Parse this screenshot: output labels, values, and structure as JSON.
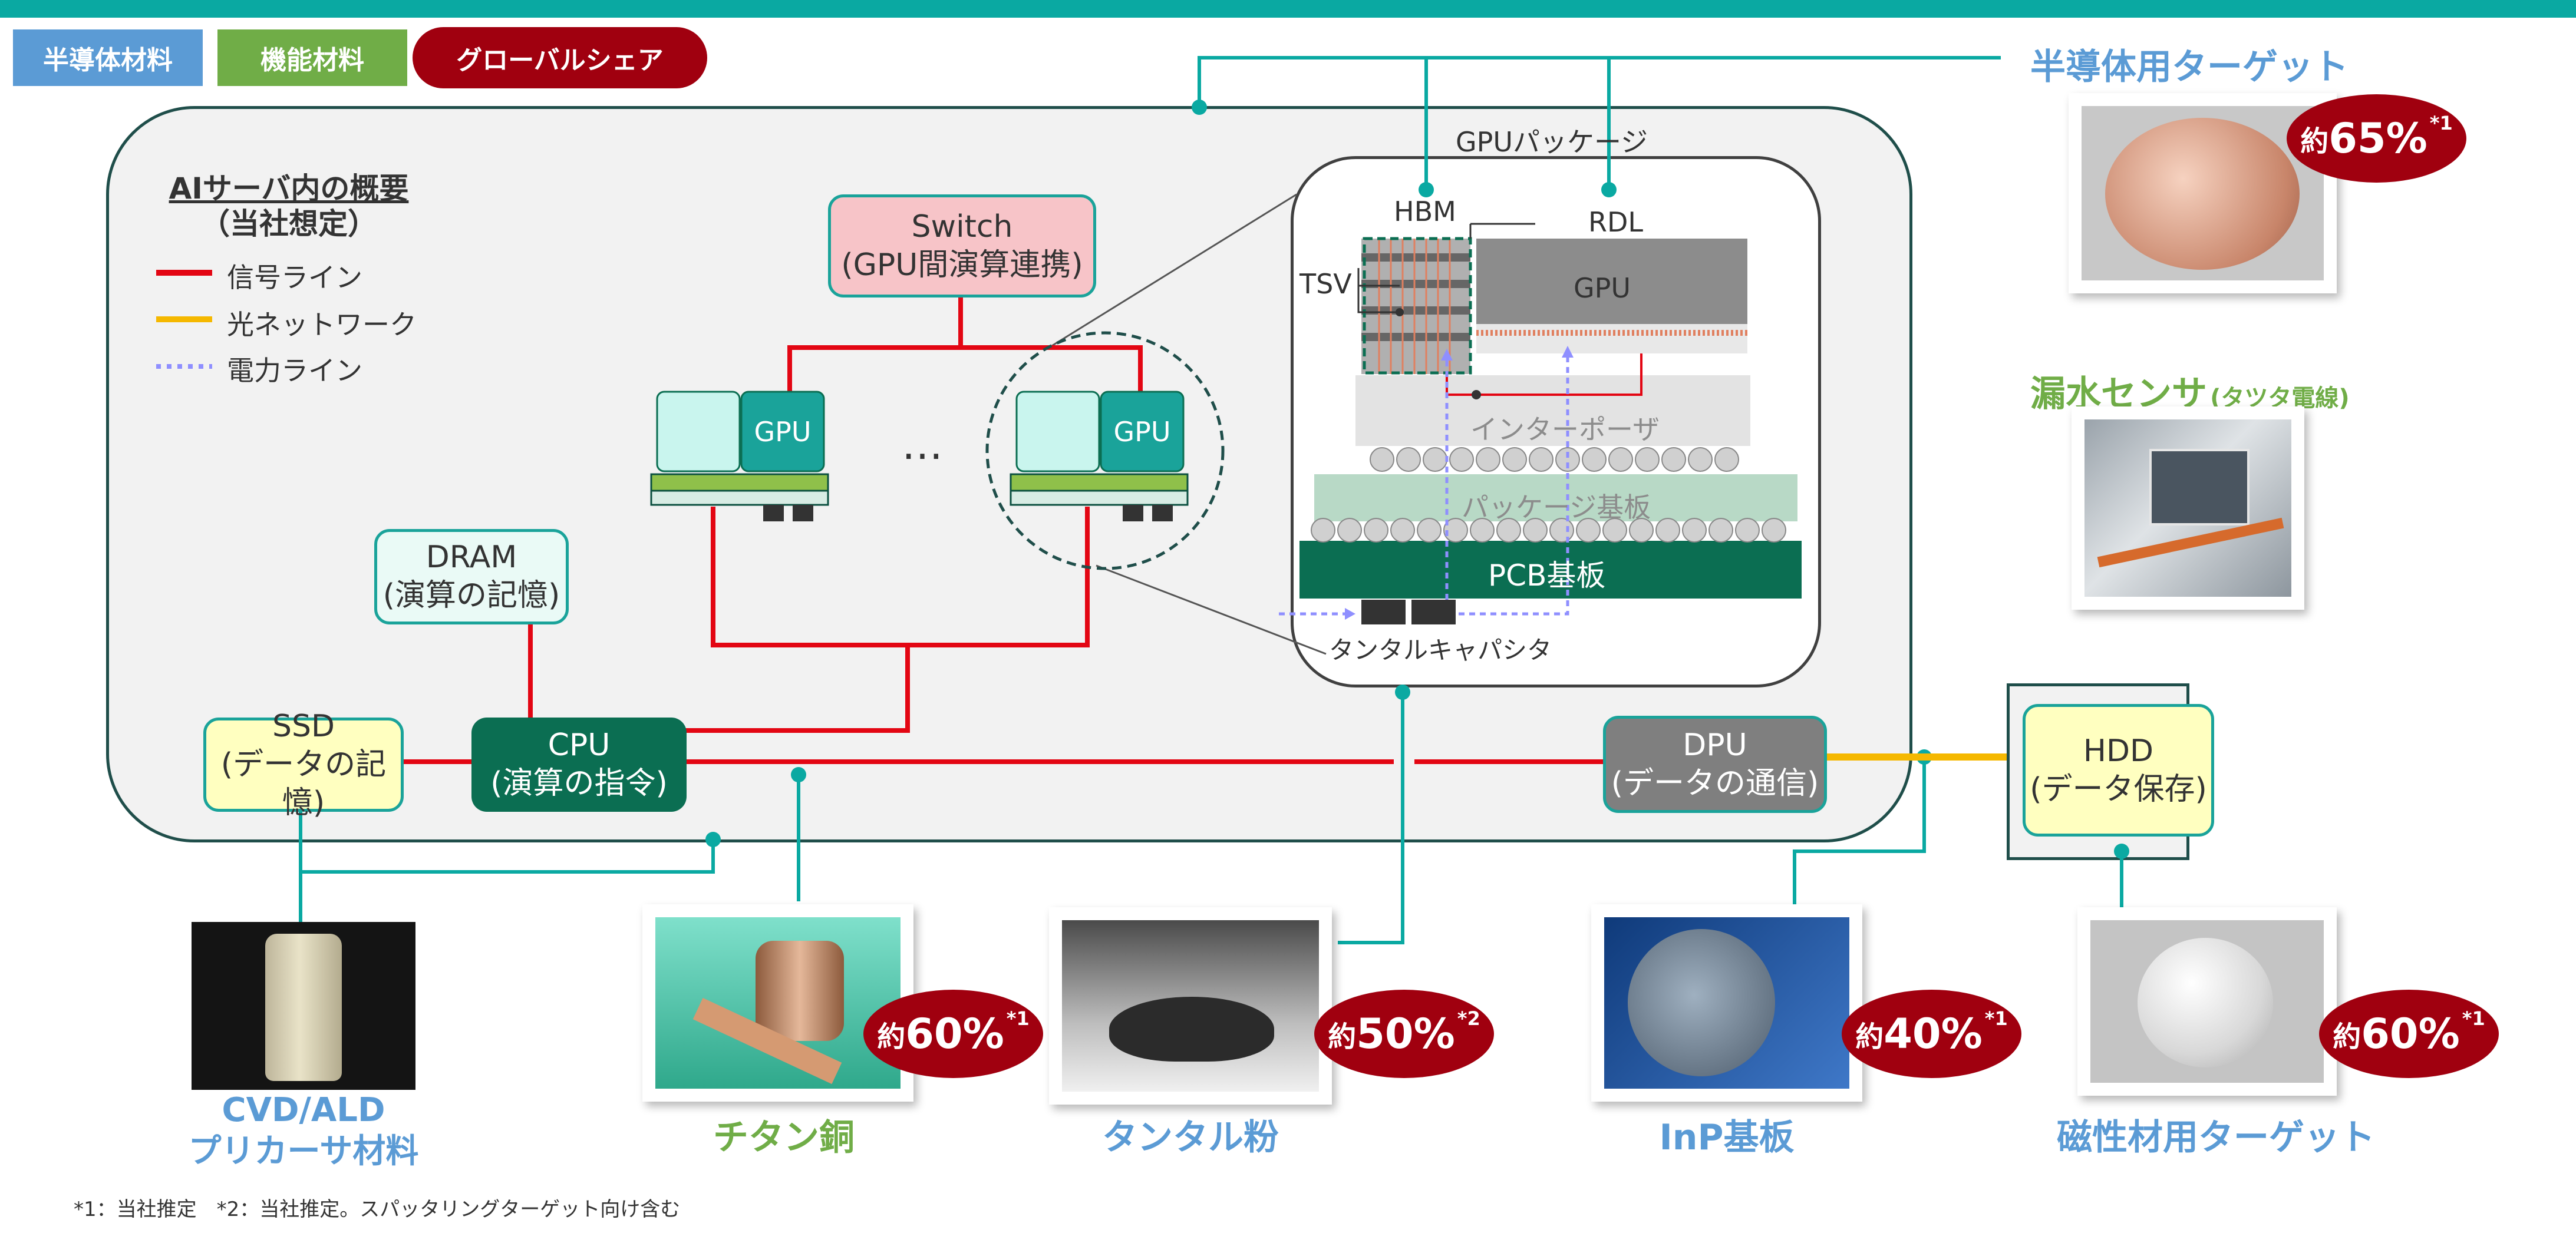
{
  "tags": {
    "semiconductor": "半導体材料",
    "functional": "機能材料",
    "global_share": "グローバルシェア"
  },
  "colors": {
    "teal_header": "#0aa9a2",
    "tag_blue": "#5b9bd5",
    "tag_green": "#70ad47",
    "share_red": "#a0000f",
    "signal_line": "#e30613",
    "optical_line": "#f5b800",
    "power_line": "#8f8fff",
    "gpu_teal": "#1aa39a",
    "dark_green": "#0b6e52"
  },
  "legend": {
    "title_line1": "AIサーバ内の概要",
    "title_line2": "（当社想定）",
    "signal": "信号ライン",
    "optical": "光ネットワーク",
    "power": "電力ライン"
  },
  "server": {
    "switch_line1": "Switch",
    "switch_line2": "(GPU間演算連携)",
    "gpu_label": "GPU",
    "ellipsis": "…",
    "dram_line1": "DRAM",
    "dram_line2": "(演算の記憶)",
    "ssd_line1": "SSD",
    "ssd_line2": "(データの記憶)",
    "cpu_line1": "CPU",
    "cpu_line2": "(演算の指令)",
    "dpu_line1": "DPU",
    "dpu_line2": "(データの通信)",
    "hdd_line1": "HDD",
    "hdd_line2": "(データ保存)"
  },
  "package": {
    "title": "GPUパッケージ",
    "hbm": "HBM",
    "rdl": "RDL",
    "tsv": "TSV",
    "gpu": "GPU",
    "interposer": "インターポーザ",
    "substrate": "パッケージ基板",
    "pcb": "PCB基板",
    "capacitor": "タンタルキャパシタ"
  },
  "products": {
    "target": {
      "label": "半導体用ターゲット",
      "share_prefix": "約",
      "share": "65%",
      "note": "*1"
    },
    "sensor": {
      "label": "漏水センサ",
      "sub": "(タツタ電線)"
    },
    "cvd": {
      "label_line1": "CVD/ALD",
      "label_line2": "プリカーサ材料"
    },
    "titanium": {
      "label": "チタン銅",
      "share_prefix": "約",
      "share": "60%",
      "note": "*1"
    },
    "tantalum": {
      "label": "タンタル粉",
      "share_prefix": "約",
      "share": "50%",
      "note": "*2"
    },
    "inp": {
      "label": "InP基板",
      "share_prefix": "約",
      "share": "40%",
      "note": "*1"
    },
    "magnetic": {
      "label": "磁性材用ターゲット",
      "share_prefix": "約",
      "share": "60%",
      "note": "*1"
    }
  },
  "footnote": "*1：当社推定　*2：当社推定。スパッタリングターゲット向け含む"
}
